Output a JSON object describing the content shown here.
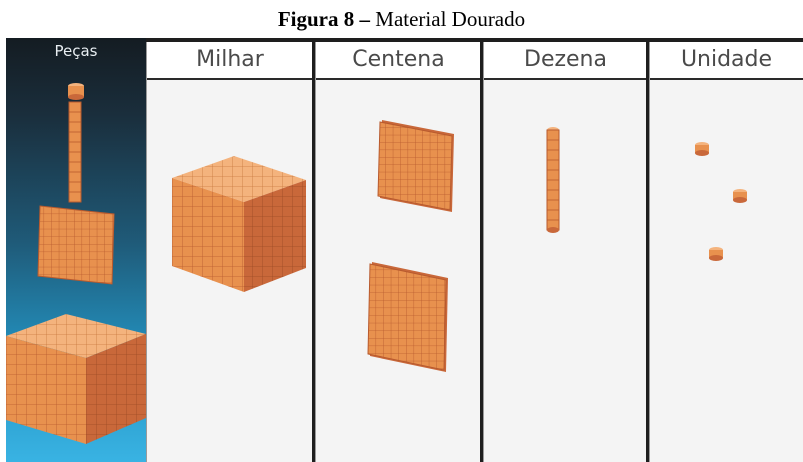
{
  "caption": {
    "label": "Figura 8",
    "separator": "–",
    "title": "Material Dourado"
  },
  "sidebar": {
    "title": "Peças",
    "items": [
      "cube-piece",
      "flat-piece",
      "rod-piece",
      "unit-piece"
    ]
  },
  "columns": [
    {
      "label": "Milhar"
    },
    {
      "label": "Centena"
    },
    {
      "label": "Dezena"
    },
    {
      "label": "Unidade"
    }
  ],
  "colors": {
    "block_front": "#e8914e",
    "block_side": "#c9683a",
    "block_top": "#f4b37d",
    "grid_line": "#b85a2e",
    "column_bg": "#f4f4f4",
    "frame": "#1e1e1e"
  }
}
